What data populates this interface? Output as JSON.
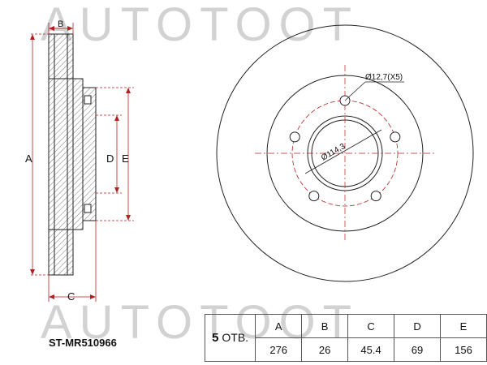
{
  "watermark": "AUTOTOOT",
  "part_number": "ST-MR510966",
  "quantity": {
    "count": "5",
    "unit": "ОТВ."
  },
  "labels": {
    "A": "A",
    "B": "B",
    "C": "C",
    "D": "D",
    "E": "E",
    "bolt_hole": "Ø12,7(X5)",
    "pcd": "Ø114,3"
  },
  "spec_table": {
    "headers": [
      "A",
      "B",
      "C",
      "D",
      "E"
    ],
    "values": [
      "276",
      "26",
      "45.4",
      "69",
      "156"
    ]
  },
  "colors": {
    "line": "#222222",
    "dim": "#b22222",
    "hatch": "#555555",
    "watermark": "#d2d2d2"
  }
}
